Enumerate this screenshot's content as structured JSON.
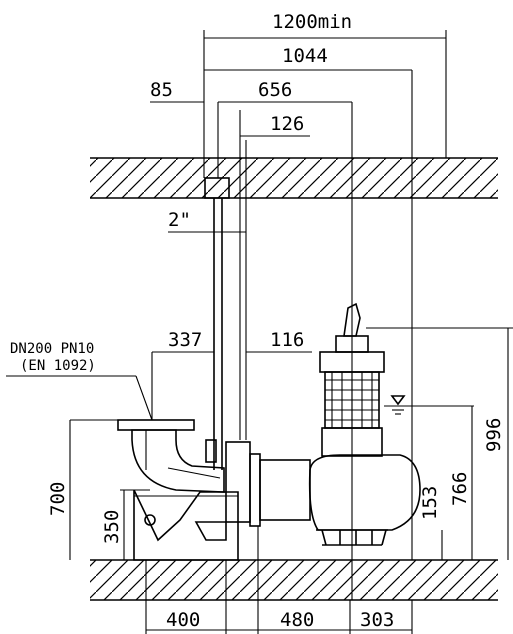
{
  "dimensions": {
    "clearance": "1200min",
    "overall_width": "1044",
    "wall_offset": "85",
    "pipe_to_pump": "656",
    "rail_spacing": "126",
    "guide_pipe": "2\"",
    "flange_offset": "337",
    "coupling_offset": "116",
    "pump_height": "996",
    "water_level": "766",
    "outlet_height": "153",
    "discharge_height": "700",
    "base_height": "350",
    "base_width": "400",
    "coupling_to_pump": "480",
    "pump_offset": "303"
  },
  "flange_note": {
    "line1": "DN200  PN10",
    "line2": "(EN 1092)"
  },
  "icons": {
    "water_level": "water-level-icon"
  }
}
